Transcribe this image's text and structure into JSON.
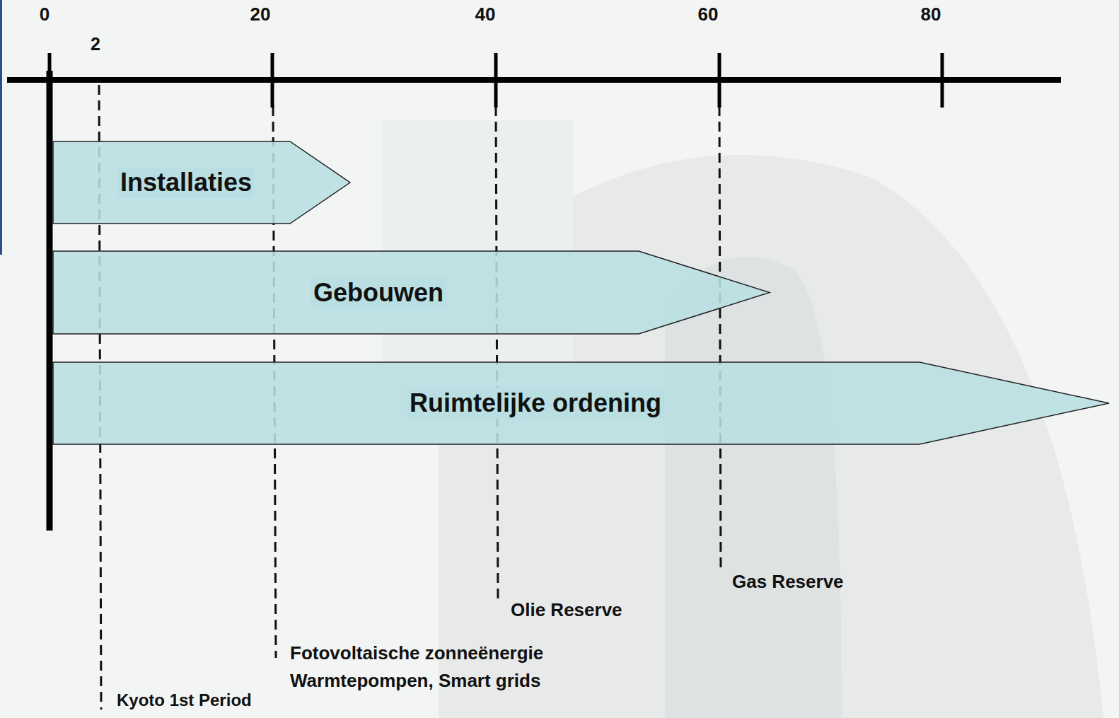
{
  "diagram": {
    "nodes": [
      {
        "text": [
          "Installaties"
        ]
      },
      {
        "text": [
          "Gebouwen"
        ]
      },
      {
        "text": [
          "Ruimtelijke ordening"
        ]
      }
    ],
    "labels": [
      "0",
      "20",
      "40",
      "60",
      "80",
      "2",
      "Gas Reserve",
      "Olie Reserve",
      "Fotovoltaische zonneënergie",
      "Warmtepompen, Smart grids",
      "Kyoto 1st Period"
    ]
  }
}
